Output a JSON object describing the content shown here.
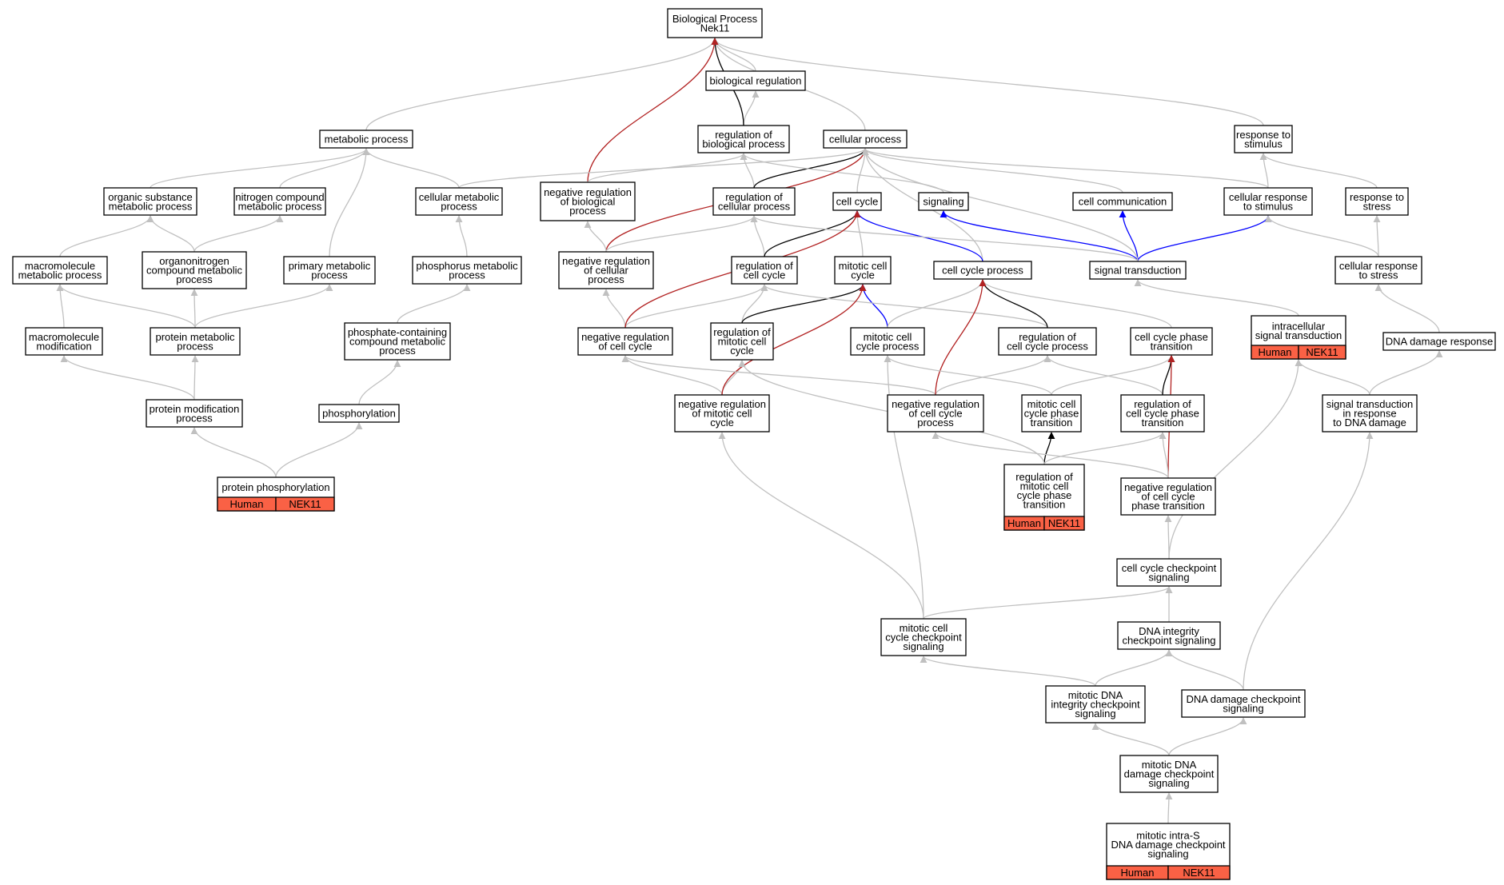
{
  "colors": {
    "is_a": "#c0c0c0",
    "regulates": "#000000",
    "negatively_regulates": "#b22222",
    "part_of": "#0000ff",
    "annotation_fill": "#fa6145"
  },
  "nodes": [
    {
      "id": "bp",
      "lines": [
        "Biological Process",
        "Nek11"
      ]
    },
    {
      "id": "bioreg",
      "lines": [
        "biological regulation"
      ]
    },
    {
      "id": "metab",
      "lines": [
        "metabolic process"
      ]
    },
    {
      "id": "regbio",
      "lines": [
        "regulation of",
        "biological process"
      ]
    },
    {
      "id": "cellproc",
      "lines": [
        "cellular process"
      ]
    },
    {
      "id": "respstim",
      "lines": [
        "response to",
        "stimulus"
      ]
    },
    {
      "id": "orgsub",
      "lines": [
        "organic substance",
        "metabolic process"
      ]
    },
    {
      "id": "nitro",
      "lines": [
        "nitrogen compound",
        "metabolic process"
      ]
    },
    {
      "id": "cellmetab",
      "lines": [
        "cellular metabolic",
        "process"
      ]
    },
    {
      "id": "negregbio",
      "lines": [
        "negative regulation",
        "of biological",
        "process"
      ]
    },
    {
      "id": "regcell",
      "lines": [
        "regulation of",
        "cellular process"
      ]
    },
    {
      "id": "cellcycle",
      "lines": [
        "cell cycle"
      ]
    },
    {
      "id": "signaling",
      "lines": [
        "signaling"
      ]
    },
    {
      "id": "cellcomm",
      "lines": [
        "cell communication"
      ]
    },
    {
      "id": "cellresp",
      "lines": [
        "cellular response",
        "to stimulus"
      ]
    },
    {
      "id": "respstress",
      "lines": [
        "response to",
        "stress"
      ]
    },
    {
      "id": "macrometab",
      "lines": [
        "macromolecule",
        "metabolic process"
      ]
    },
    {
      "id": "orgnitro",
      "lines": [
        "organonitrogen",
        "compound metabolic",
        "process"
      ]
    },
    {
      "id": "primary",
      "lines": [
        "primary metabolic",
        "process"
      ]
    },
    {
      "id": "phosmetab",
      "lines": [
        "phosphorus metabolic",
        "process"
      ]
    },
    {
      "id": "negregcell",
      "lines": [
        "negative regulation",
        "of cellular",
        "process"
      ]
    },
    {
      "id": "regcc",
      "lines": [
        "regulation of",
        "cell cycle"
      ]
    },
    {
      "id": "mitcc",
      "lines": [
        "mitotic cell",
        "cycle"
      ]
    },
    {
      "id": "ccproc",
      "lines": [
        "cell cycle process"
      ]
    },
    {
      "id": "sigtrans",
      "lines": [
        "signal transduction"
      ]
    },
    {
      "id": "cellrespstress",
      "lines": [
        "cellular response",
        "to stress"
      ]
    },
    {
      "id": "macromod",
      "lines": [
        "macromolecule",
        "modification"
      ]
    },
    {
      "id": "protmetab",
      "lines": [
        "protein metabolic",
        "process"
      ]
    },
    {
      "id": "phoscont",
      "lines": [
        "phosphate-containing",
        "compound metabolic",
        "process"
      ]
    },
    {
      "id": "negregcc",
      "lines": [
        "negative regulation",
        "of cell cycle"
      ]
    },
    {
      "id": "regmitcc",
      "lines": [
        "regulation of",
        "mitotic cell",
        "cycle"
      ]
    },
    {
      "id": "mitccproc",
      "lines": [
        "mitotic cell",
        "cycle process"
      ]
    },
    {
      "id": "regccproc",
      "lines": [
        "regulation of",
        "cell cycle process"
      ]
    },
    {
      "id": "ccphase",
      "lines": [
        "cell cycle phase",
        "transition"
      ]
    },
    {
      "id": "intrasig",
      "lines": [
        "intracellular",
        "signal transduction"
      ],
      "annotation": [
        "Human",
        "NEK11"
      ]
    },
    {
      "id": "dnadmg",
      "lines": [
        "DNA damage response"
      ]
    },
    {
      "id": "protmod",
      "lines": [
        "protein modification",
        "process"
      ]
    },
    {
      "id": "phosph",
      "lines": [
        "phosphorylation"
      ]
    },
    {
      "id": "negregmitcc",
      "lines": [
        "negative regulation",
        "of mitotic cell",
        "cycle"
      ]
    },
    {
      "id": "negregccproc",
      "lines": [
        "negative regulation",
        "of cell cycle",
        "process"
      ]
    },
    {
      "id": "mitccphase",
      "lines": [
        "mitotic cell",
        "cycle phase",
        "transition"
      ]
    },
    {
      "id": "regccphase",
      "lines": [
        "regulation of",
        "cell cycle phase",
        "transition"
      ]
    },
    {
      "id": "sigdna",
      "lines": [
        "signal transduction",
        "in response",
        "to DNA damage"
      ]
    },
    {
      "id": "protphos",
      "lines": [
        "protein phosphorylation"
      ],
      "annotation": [
        "Human",
        "NEK11"
      ]
    },
    {
      "id": "regmitccphase",
      "lines": [
        "regulation of",
        "mitotic cell",
        "cycle phase",
        "transition"
      ],
      "annotation": [
        "Human",
        "NEK11"
      ]
    },
    {
      "id": "negregccphase",
      "lines": [
        "negative regulation",
        "of cell cycle",
        "phase transition"
      ]
    },
    {
      "id": "ccchk",
      "lines": [
        "cell cycle checkpoint",
        "signaling"
      ]
    },
    {
      "id": "dnaint",
      "lines": [
        "DNA integrity",
        "checkpoint signaling"
      ]
    },
    {
      "id": "mitccchk",
      "lines": [
        "mitotic cell",
        "cycle checkpoint",
        "signaling"
      ]
    },
    {
      "id": "mitdnaint",
      "lines": [
        "mitotic DNA",
        "integrity checkpoint",
        "signaling"
      ]
    },
    {
      "id": "dnadmgchk",
      "lines": [
        "DNA damage checkpoint",
        "signaling"
      ]
    },
    {
      "id": "mitdnadmg",
      "lines": [
        "mitotic DNA",
        "damage checkpoint",
        "signaling"
      ]
    },
    {
      "id": "mitintraS",
      "lines": [
        "mitotic intra-S",
        "DNA damage checkpoint",
        "signaling"
      ],
      "annotation": [
        "Human",
        "NEK11"
      ]
    }
  ],
  "edges": [
    {
      "from": "bioreg",
      "to": "bp",
      "type": "is_a"
    },
    {
      "from": "metab",
      "to": "bp",
      "type": "is_a"
    },
    {
      "from": "cellproc",
      "to": "bp",
      "type": "is_a"
    },
    {
      "from": "respstim",
      "to": "bp",
      "type": "is_a"
    },
    {
      "from": "regbio",
      "to": "bioreg",
      "type": "is_a"
    },
    {
      "from": "regbio",
      "to": "bp",
      "type": "regulates"
    },
    {
      "from": "negregbio",
      "to": "bp",
      "type": "negatively_regulates"
    },
    {
      "from": "negregbio",
      "to": "regbio",
      "type": "is_a"
    },
    {
      "from": "orgsub",
      "to": "metab",
      "type": "is_a"
    },
    {
      "from": "nitro",
      "to": "metab",
      "type": "is_a"
    },
    {
      "from": "cellmetab",
      "to": "metab",
      "type": "is_a"
    },
    {
      "from": "primary",
      "to": "metab",
      "type": "is_a"
    },
    {
      "from": "cellmetab",
      "to": "cellproc",
      "type": "is_a"
    },
    {
      "from": "regcell",
      "to": "regbio",
      "type": "is_a"
    },
    {
      "from": "regcell",
      "to": "cellproc",
      "type": "regulates"
    },
    {
      "from": "cellcycle",
      "to": "cellproc",
      "type": "is_a"
    },
    {
      "from": "signaling",
      "to": "regbio",
      "type": "is_a"
    },
    {
      "from": "cellcomm",
      "to": "cellproc",
      "type": "is_a"
    },
    {
      "from": "cellresp",
      "to": "cellproc",
      "type": "is_a"
    },
    {
      "from": "cellresp",
      "to": "respstim",
      "type": "is_a"
    },
    {
      "from": "respstress",
      "to": "respstim",
      "type": "is_a"
    },
    {
      "from": "macrometab",
      "to": "orgsub",
      "type": "is_a"
    },
    {
      "from": "orgnitro",
      "to": "orgsub",
      "type": "is_a"
    },
    {
      "from": "orgnitro",
      "to": "nitro",
      "type": "is_a"
    },
    {
      "from": "phosmetab",
      "to": "cellmetab",
      "type": "is_a"
    },
    {
      "from": "negregcell",
      "to": "cellproc",
      "type": "negatively_regulates"
    },
    {
      "from": "negregcell",
      "to": "negregbio",
      "type": "is_a"
    },
    {
      "from": "negregcell",
      "to": "regcell",
      "type": "is_a"
    },
    {
      "from": "regcc",
      "to": "regcell",
      "type": "is_a"
    },
    {
      "from": "regcc",
      "to": "cellcycle",
      "type": "regulates"
    },
    {
      "from": "mitcc",
      "to": "cellcycle",
      "type": "is_a"
    },
    {
      "from": "ccproc",
      "to": "cellproc",
      "type": "is_a"
    },
    {
      "from": "ccproc",
      "to": "cellcycle",
      "type": "part_of"
    },
    {
      "from": "sigtrans",
      "to": "signaling",
      "type": "part_of"
    },
    {
      "from": "sigtrans",
      "to": "cellcomm",
      "type": "part_of"
    },
    {
      "from": "sigtrans",
      "to": "cellresp",
      "type": "part_of"
    },
    {
      "from": "sigtrans",
      "to": "cellproc",
      "type": "is_a"
    },
    {
      "from": "sigtrans",
      "to": "regcell",
      "type": "is_a"
    },
    {
      "from": "cellrespstress",
      "to": "cellresp",
      "type": "is_a"
    },
    {
      "from": "cellrespstress",
      "to": "respstress",
      "type": "is_a"
    },
    {
      "from": "macromod",
      "to": "macrometab",
      "type": "is_a"
    },
    {
      "from": "protmetab",
      "to": "macrometab",
      "type": "is_a"
    },
    {
      "from": "protmetab",
      "to": "orgnitro",
      "type": "is_a"
    },
    {
      "from": "protmetab",
      "to": "primary",
      "type": "is_a"
    },
    {
      "from": "phoscont",
      "to": "phosmetab",
      "type": "is_a"
    },
    {
      "from": "negregcc",
      "to": "negregcell",
      "type": "is_a"
    },
    {
      "from": "negregcc",
      "to": "regcc",
      "type": "is_a"
    },
    {
      "from": "negregcc",
      "to": "cellcycle",
      "type": "negatively_regulates"
    },
    {
      "from": "regmitcc",
      "to": "regcc",
      "type": "is_a"
    },
    {
      "from": "regmitcc",
      "to": "mitcc",
      "type": "regulates"
    },
    {
      "from": "mitccproc",
      "to": "mitcc",
      "type": "part_of"
    },
    {
      "from": "mitccproc",
      "to": "ccproc",
      "type": "is_a"
    },
    {
      "from": "regccproc",
      "to": "regcc",
      "type": "is_a"
    },
    {
      "from": "regccproc",
      "to": "ccproc",
      "type": "regulates"
    },
    {
      "from": "ccphase",
      "to": "ccproc",
      "type": "is_a"
    },
    {
      "from": "intrasig",
      "to": "sigtrans",
      "type": "is_a"
    },
    {
      "from": "dnadmg",
      "to": "cellrespstress",
      "type": "is_a"
    },
    {
      "from": "protmod",
      "to": "macromod",
      "type": "is_a"
    },
    {
      "from": "protmod",
      "to": "protmetab",
      "type": "is_a"
    },
    {
      "from": "phosph",
      "to": "phoscont",
      "type": "is_a"
    },
    {
      "from": "negregmitcc",
      "to": "negregcc",
      "type": "is_a"
    },
    {
      "from": "negregmitcc",
      "to": "regmitcc",
      "type": "is_a"
    },
    {
      "from": "negregmitcc",
      "to": "mitcc",
      "type": "negatively_regulates"
    },
    {
      "from": "negregccproc",
      "to": "negregcc",
      "type": "is_a"
    },
    {
      "from": "negregccproc",
      "to": "regccproc",
      "type": "is_a"
    },
    {
      "from": "negregccproc",
      "to": "ccproc",
      "type": "negatively_regulates"
    },
    {
      "from": "mitccphase",
      "to": "mitccproc",
      "type": "is_a"
    },
    {
      "from": "mitccphase",
      "to": "ccphase",
      "type": "is_a"
    },
    {
      "from": "regccphase",
      "to": "regccproc",
      "type": "is_a"
    },
    {
      "from": "regccphase",
      "to": "ccphase",
      "type": "regulates"
    },
    {
      "from": "sigdna",
      "to": "intrasig",
      "type": "is_a"
    },
    {
      "from": "sigdna",
      "to": "dnadmg",
      "type": "is_a"
    },
    {
      "from": "protphos",
      "to": "protmod",
      "type": "is_a"
    },
    {
      "from": "protphos",
      "to": "phosph",
      "type": "is_a"
    },
    {
      "from": "regmitccphase",
      "to": "mitccphase",
      "type": "regulates"
    },
    {
      "from": "regmitccphase",
      "to": "regccphase",
      "type": "is_a"
    },
    {
      "from": "regmitccphase",
      "to": "regmitcc",
      "type": "is_a"
    },
    {
      "from": "negregccphase",
      "to": "ccphase",
      "type": "negatively_regulates"
    },
    {
      "from": "negregccphase",
      "to": "regccphase",
      "type": "is_a"
    },
    {
      "from": "negregccphase",
      "to": "negregccproc",
      "type": "is_a"
    },
    {
      "from": "ccchk",
      "to": "negregccphase",
      "type": "is_a"
    },
    {
      "from": "ccchk",
      "to": "intrasig",
      "type": "is_a"
    },
    {
      "from": "dnaint",
      "to": "ccchk",
      "type": "is_a"
    },
    {
      "from": "mitccchk",
      "to": "ccchk",
      "type": "is_a"
    },
    {
      "from": "mitccchk",
      "to": "negregmitcc",
      "type": "is_a"
    },
    {
      "from": "mitccchk",
      "to": "mitccproc",
      "type": "is_a"
    },
    {
      "from": "mitdnaint",
      "to": "mitccchk",
      "type": "is_a"
    },
    {
      "from": "mitdnaint",
      "to": "dnaint",
      "type": "is_a"
    },
    {
      "from": "dnadmgchk",
      "to": "dnaint",
      "type": "is_a"
    },
    {
      "from": "dnadmgchk",
      "to": "sigdna",
      "type": "is_a"
    },
    {
      "from": "mitdnadmg",
      "to": "mitdnaint",
      "type": "is_a"
    },
    {
      "from": "mitdnadmg",
      "to": "dnadmgchk",
      "type": "is_a"
    },
    {
      "from": "mitintraS",
      "to": "mitdnadmg",
      "type": "is_a"
    }
  ]
}
